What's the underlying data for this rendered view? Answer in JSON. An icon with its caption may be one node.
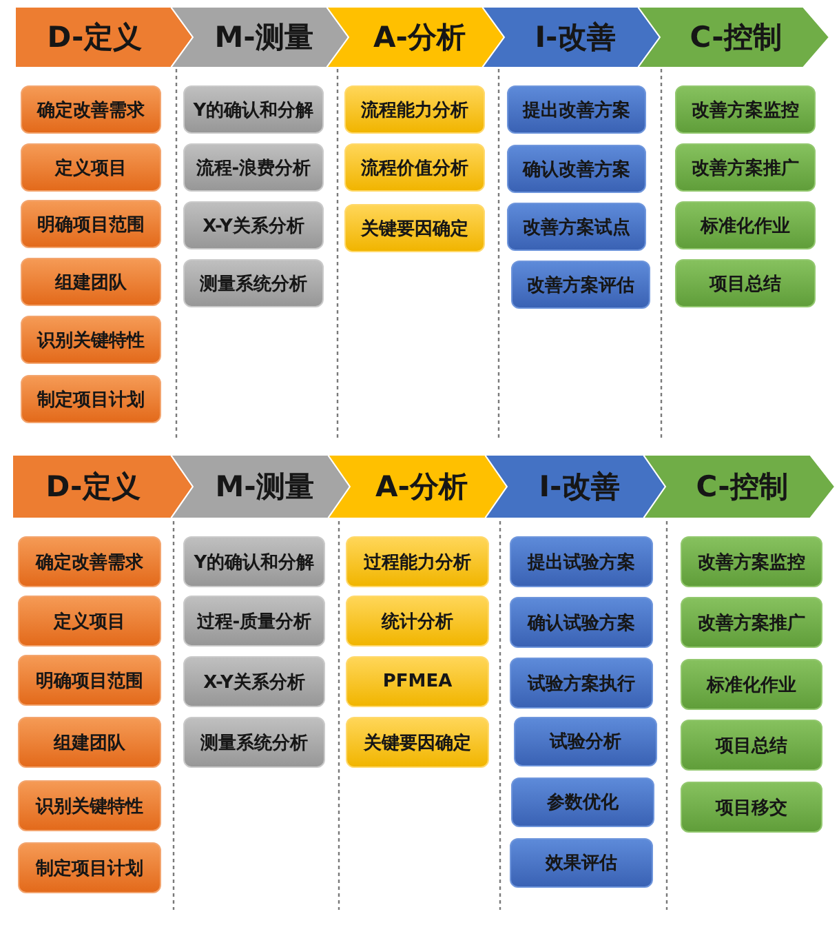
{
  "diagram": {
    "nodes": [
      {
        "text": [
          "D-定义"
        ]
      },
      {
        "text": [
          "M-测量"
        ]
      },
      {
        "text": [
          "A-分析"
        ]
      },
      {
        "text": [
          "I-改善"
        ]
      },
      {
        "text": [
          "C-控制"
        ]
      },
      {
        "text": [
          "确定改善需求"
        ]
      },
      {
        "text": [
          "定义项目"
        ]
      },
      {
        "text": [
          "明确项目范围"
        ]
      },
      {
        "text": [
          "组建团队"
        ]
      },
      {
        "text": [
          "识别关键特性"
        ]
      },
      {
        "text": [
          "制定项目计划"
        ]
      },
      {
        "text": [
          "Y的确认和分解"
        ]
      },
      {
        "text": [
          "流程-浪费分析"
        ]
      },
      {
        "text": [
          "X-Y关系分析"
        ]
      },
      {
        "text": [
          "测量系统分析"
        ]
      },
      {
        "text": [
          "流程能力分析"
        ]
      },
      {
        "text": [
          "流程价值分析"
        ]
      },
      {
        "text": [
          "关键要因确定"
        ]
      },
      {
        "text": [
          "提出改善方案"
        ]
      },
      {
        "text": [
          "确认改善方案"
        ]
      },
      {
        "text": [
          "改善方案试点"
        ]
      },
      {
        "text": [
          "改善方案评估"
        ]
      },
      {
        "text": [
          "改善方案监控"
        ]
      },
      {
        "text": [
          "改善方案推广"
        ]
      },
      {
        "text": [
          "标准化作业"
        ]
      },
      {
        "text": [
          "项目总结"
        ]
      },
      {
        "text": [
          "D-定义"
        ]
      },
      {
        "text": [
          "M-测量"
        ]
      },
      {
        "text": [
          "A-分析"
        ]
      },
      {
        "text": [
          "I-改善"
        ]
      },
      {
        "text": [
          "C-控制"
        ]
      },
      {
        "text": [
          "确定改善需求"
        ]
      },
      {
        "text": [
          "定义项目"
        ]
      },
      {
        "text": [
          "明确项目范围"
        ]
      },
      {
        "text": [
          "组建团队"
        ]
      },
      {
        "text": [
          "识别关键特性"
        ]
      },
      {
        "text": [
          "制定项目计划"
        ]
      },
      {
        "text": [
          "Y的确认和分解"
        ]
      },
      {
        "text": [
          "过程-质量分析"
        ]
      },
      {
        "text": [
          "X-Y关系分析"
        ]
      },
      {
        "text": [
          "测量系统分析"
        ]
      },
      {
        "text": [
          "过程能力分析"
        ]
      },
      {
        "text": [
          "统计分析"
        ]
      },
      {
        "text": [
          "PFMEA"
        ]
      },
      {
        "text": [
          "关键要因确定"
        ]
      },
      {
        "text": [
          "提出试验方案"
        ]
      },
      {
        "text": [
          "确认试验方案"
        ]
      },
      {
        "text": [
          "试验方案执行"
        ]
      },
      {
        "text": [
          "试验分析"
        ]
      },
      {
        "text": [
          "参数优化"
        ]
      },
      {
        "text": [
          "效果评估"
        ]
      },
      {
        "text": [
          "改善方案监控"
        ]
      },
      {
        "text": [
          "改善方案推广"
        ]
      },
      {
        "text": [
          "标准化作业"
        ]
      },
      {
        "text": [
          "项目总结"
        ]
      },
      {
        "text": [
          "项目移交"
        ]
      }
    ]
  }
}
